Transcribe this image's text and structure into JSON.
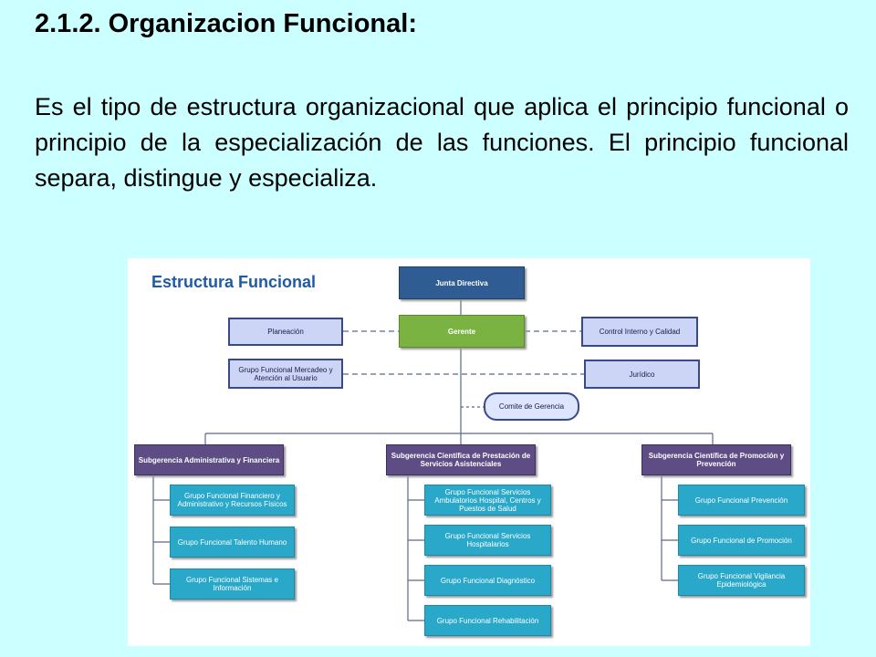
{
  "slide": {
    "heading": "2.1.2. Organizacion Funcional:",
    "paragraph": "Es el tipo de estructura organizacional que aplica el principio funcional o principio de la especialización de las funciones. El principio funcional separa, distingue y especializa."
  },
  "org_chart": {
    "title": "Estructura Funcional",
    "nodes": {
      "junta": "Junta Directiva",
      "gerente": "Gerente",
      "planeacion": "Planeación",
      "control": "Control Interno y Calidad",
      "mercadeo": "Grupo Funcional Mercadeo y Atención al Usuario",
      "juridico": "Jurídico",
      "comite": "Comite de Gerencia",
      "sub_admin": "Subgerencia Administrativa y Financiera",
      "sub_cient": "Subgerencia Científica de Prestación de Servicios Asistenciales",
      "sub_prom": "Subgerencia Científica de Promoción y Prevención",
      "admin_1": "Grupo Funcional Financiero y Administrativo y Recursos Físicos",
      "admin_2": "Grupo Funcional Talento Humano",
      "admin_3": "Grupo Funcional Sistemas e Información",
      "cient_1": "Grupo Funcional Servicios Ambulatorios Hospital, Centros y Puestos de Salud",
      "cient_2": "Grupo Funcional Servicios Hospitalarios",
      "cient_3": "Grupo Funcional Diagnóstico",
      "cient_4": "Grupo Funcional Rehabilitación",
      "prom_1": "Grupo Funcional Prevención",
      "prom_2": "Grupo Funcional de Promoción",
      "prom_3": "Grupo Funcional Vigilancia Epidemiológica"
    }
  }
}
